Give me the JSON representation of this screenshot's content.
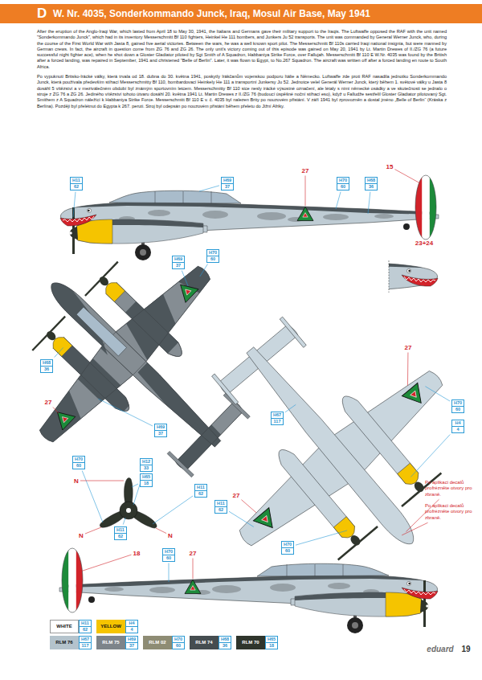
{
  "diagram": {
    "title": "W. Nr. 4035, Sonderkommando Junck, Iraq, Mosul Air Base, May 1941",
    "nodes": [
      {
        "text": [
          "H11",
          "62"
        ]
      },
      {
        "text": [
          "H69",
          "37"
        ]
      },
      {
        "text": [
          "H70",
          "60"
        ]
      },
      {
        "text": [
          "H68",
          "36"
        ]
      },
      {
        "text": [
          "H69",
          "37"
        ]
      },
      {
        "text": [
          "H70",
          "60"
        ]
      },
      {
        "text": [
          "H68",
          "36"
        ]
      },
      {
        "text": [
          "H67",
          "117"
        ]
      },
      {
        "text": [
          "H70",
          "60"
        ]
      },
      {
        "text": [
          "H4",
          "4"
        ]
      },
      {
        "text": [
          "H69",
          "37"
        ]
      },
      {
        "text": [
          "H70",
          "60"
        ]
      },
      {
        "text": [
          "H12",
          "33"
        ]
      },
      {
        "text": [
          "H65",
          "18"
        ]
      },
      {
        "text": [
          "H11",
          "62"
        ]
      },
      {
        "text": [
          "H11",
          "62"
        ]
      },
      {
        "text": [
          "H11",
          "62"
        ]
      },
      {
        "text": [
          "H70",
          "60"
        ]
      },
      {
        "text": [
          "H70",
          "60"
        ]
      },
      {
        "text": [
          "H11",
          "62"
        ]
      },
      {
        "text": [
          "H4",
          "4"
        ]
      },
      {
        "text": [
          "H67",
          "117"
        ]
      },
      {
        "text": [
          "H69",
          "37"
        ]
      },
      {
        "text": [
          "H70",
          "60"
        ]
      },
      {
        "text": [
          "H68",
          "36"
        ]
      },
      {
        "text": [
          "H65",
          "18"
        ]
      }
    ],
    "labels": [
      "D",
      "After the eruption of the Anglo-Iraqi War, which lasted from April 18 to May 30, 1941, the Italians and Germans gave their military support to the Iraqis. The Luftwaffe opposed the RAF with the unit named \"Sonderkommando Junck\", which had in its inventory Messerschmitt Bf 110 fighters, Heinkel He 111 bombers, and Junkers Ju 52 transports. The unit was commanded by General Werner Junck, who, during the course of the First World War with Jasta 8, gained five aerial victories. Between the wars, he was a well known sport pilot. The Messerschmitt Bf 110s carried Iraqi national insignia, but were manned by German crews. In fact, the aircraft in question come from ZG 76 and ZG 26. The only unit's victory coming out of this episode was gained on May 20, 1941 by Lt. Martin Drewes of II./ZG 76 (a future successful night fighter ace), when he shot down a Gloster Gladiator piloted by Sgt Smith of A Squadron, Habbaniya Strike Force, over Fallujah. Messerschmitt Bf 110 E W.Nr. 4035 was found by the British after a forced landing, was repaired in September, 1941 and christened \"Belle of Berlin\". Later, it was flown to Egypt, to No.267 Squadron. The aircraft was written off after a forced landing en route to South Africa.",
      "Po vypuknutí Britsko-Irácké války, která trvala od 18. dubna do 30. května 1941, poskytly Irákčanům vojenskou podporu Itálie a Německo. Luftwaffe zde proti RAF nasadila jednotku Sonderkommando Junck, která používala především stíhací Messerschmitty Bf 110, bombardovací Heinkely He 111 a transportní Junkersy Ju 52. Jednotce velel Generál Werner Junck, který během 1. světové války u Jasta 8 dosáhl 5 vítězství a v meziválečném období byl známým sportovním letcem. Messerschmitty Bf 110 sice nesly irácké výsostné označení, ale létaly s nimi německé osádky a ve skutečnosti se jednalo o stroje z ZG 76 a ZG 26. Jediného vítězství tohoto útvaru dosáhl 20. května 1941 Lt. Martin Drewes z II./ZG 76 (budoucí úspěšné noční stíhací eso), když u Falludže sestřelil Gloster Gladiator pilotovaný Sgt. Smithem z A Squadron náležící k Habbaniya Strike Force. Messerschmitt Bf 110 E v. č. 4035 byl nalezen Brity po nouzovém přistání. V září 1941 byl zprovozněn a dostal jméno „Belle of Berlin“ (Kráska z Berlína). Později byl přelétnut do Egypta k 267. peruti. Stroj byl odepsán po nouzovém přistání během přeletu do Jižní Afriky.",
      "27",
      "15",
      "23+24",
      "27",
      "27",
      "N",
      "27",
      "Po aplikaci decalů profrézněte otvory pro zbraně.",
      "Po aplikaci decalů profrézněte otvory pro zbraně.",
      "N",
      "N",
      "18",
      "27",
      "eduard",
      "19"
    ],
    "legend": [
      {
        "text": "WHITE",
        "color": "#ffffff"
      },
      {
        "text": "YELLOW",
        "color": "#f5c400"
      },
      {
        "text": "RLM 76",
        "color": "#b4c3cc"
      },
      {
        "text": "RLM 75",
        "color": "#7d848a"
      },
      {
        "text": "RLM 02",
        "color": "#8e8c74"
      },
      {
        "text": "RLM 74",
        "color": "#454d50"
      },
      {
        "text": "RLM 70",
        "color": "#2f352c"
      }
    ]
  }
}
